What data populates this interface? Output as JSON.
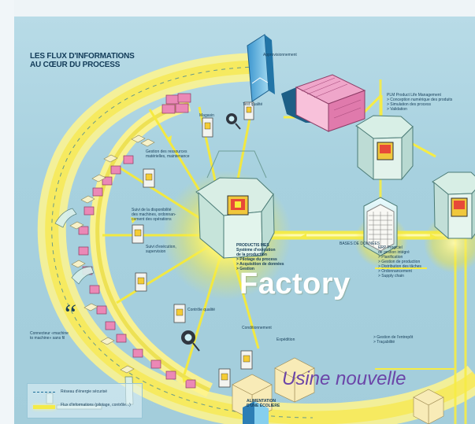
{
  "labels": {
    "title": "LES FLUX D'INFORMATIONS\nAU CŒUR DU PROCESS",
    "approvisionnement": "Approvisionnement",
    "test_qualite": "Test qualité",
    "magasin": "Magasin",
    "gestion_ressources": "Gestion des ressources\nmatérielles, maintenance",
    "suivi_disponibilite": "Suivi de la disponibilité\ndes machines, ordonnan-\ncement des opérations",
    "suivi_execution": "Suivi d'exécution,\nsupervision",
    "controle_qualite": "Contrôle qualité",
    "conditionnement": "Conditionnement",
    "expedition": "Expédition",
    "alimentation": "ALIMENTATION\nD'UNE ÉCOLIERE",
    "bases": "BASES DE DONNÉES",
    "plm": "PLM Product Life Management\n> Conception numérique des produits\n> Simulation des process\n> Validation",
    "erp": "ERP Progiciel\nde gestion intégré\n> Planification\n> Gestion de production\n> Distribution des tâches\n> Ordonnancement\n> Supply chain",
    "gestion_entrepot": "> Gestion de l'entrepôt\n> Traçabilité",
    "productis": "PRODUCTIS MES\nSystème d'exécution\nde la production\n> Pilotage du process\n> Acquisition de données\n> Gestion",
    "connecteur": "Connecteur «machine\nto machine» sans fil",
    "legend_network": "Réseau d'énergie sécurisé",
    "legend_flow": "Flux d'informations (pilotage, contrôle...)"
  },
  "overlay": {
    "factory": "Factory",
    "caption": "Usine nouvelle",
    "quote": "“"
  },
  "colors": {
    "sky": "#a8d1df",
    "flow": "#f6ec45",
    "glow": "#fffb9f",
    "glass": "#d5efe9",
    "crate": "#e08ab4",
    "caption": "#6b45a8",
    "text": "#163d58"
  }
}
